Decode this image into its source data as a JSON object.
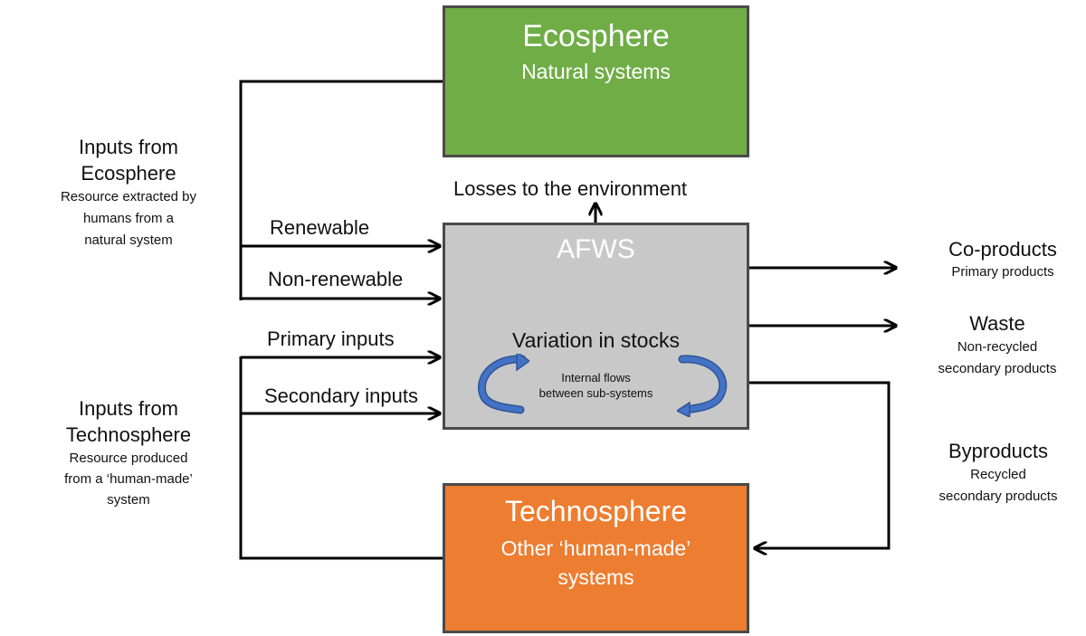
{
  "colors": {
    "ecosphere": "#70ad47",
    "technosphere": "#ed7d31",
    "afws": "#c8c8c8",
    "box_border": "#4a4a4a",
    "line": "#000000",
    "internal_arrow": "#4472c4",
    "box_text": "#ffffff"
  },
  "ecosphere": {
    "title": "Ecosphere",
    "subtitle": "Natural systems"
  },
  "technosphere": {
    "title": "Technosphere",
    "subtitle_line1": "Other ‘human-made’",
    "subtitle_line2": "systems"
  },
  "afws": {
    "title": "AFWS",
    "stocks_label": "Variation in stocks",
    "internal_flows_line1": "Internal flows",
    "internal_flows_line2": "between sub-systems"
  },
  "losses_label": "Losses to the environment",
  "inputs_ecosphere": {
    "title_line1": "Inputs from",
    "title_line2": "Ecosphere",
    "desc_line1": "Resource extracted by",
    "desc_line2": "humans from a",
    "desc_line3": "natural system",
    "renewable": "Renewable",
    "non_renewable": "Non-renewable"
  },
  "inputs_technosphere": {
    "title_line1": "Inputs from",
    "title_line2": "Technosphere",
    "desc_line1": "Resource produced",
    "desc_line2": "from a ‘human-made’",
    "desc_line3": "system",
    "primary": "Primary inputs",
    "secondary": "Secondary inputs"
  },
  "outputs": {
    "coproducts_title": "Co-products",
    "coproducts_desc": "Primary products",
    "waste_title": "Waste",
    "waste_desc_line1": "Non-recycled",
    "waste_desc_line2": "secondary products",
    "byproducts_title": "Byproducts",
    "byproducts_desc_line1": "Recycled",
    "byproducts_desc_line2": "secondary products"
  }
}
